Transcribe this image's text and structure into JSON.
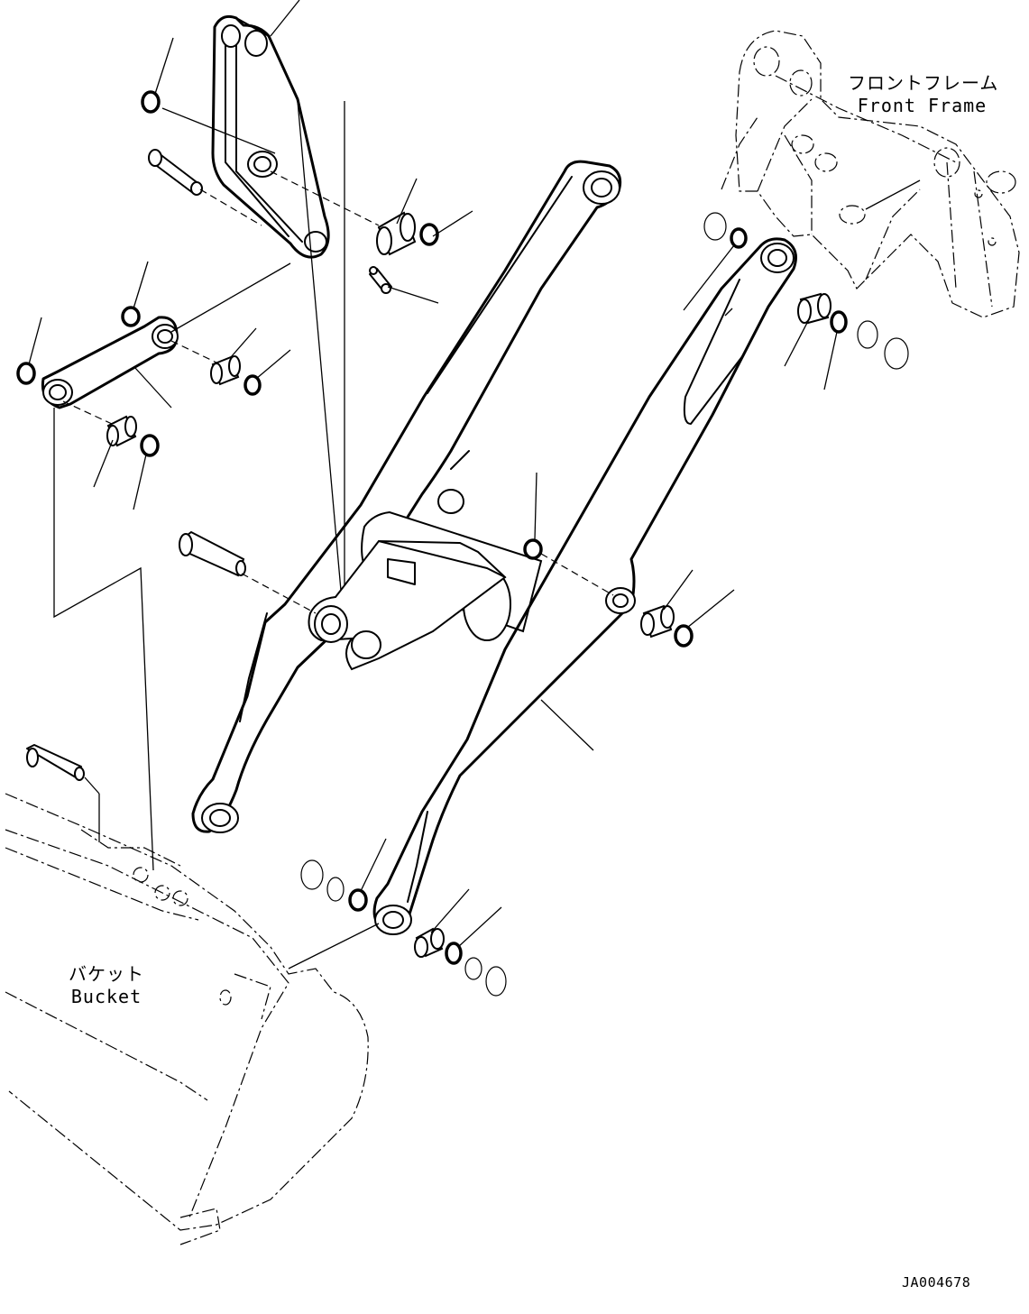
{
  "labels": {
    "front_frame_jp": "フロントフレーム",
    "front_frame_en": "Front Frame",
    "bucket_jp": "バケット",
    "bucket_en": "Bucket",
    "drawing_id": "JA004678"
  }
}
